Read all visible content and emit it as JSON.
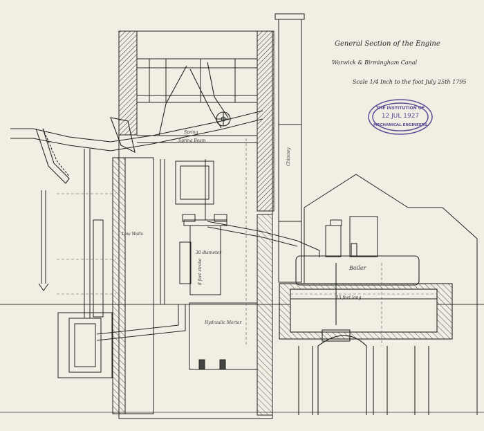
{
  "title_block": {
    "title": "General Section of the Engine",
    "subtitle": "Warwick & Birmingham Canal",
    "scale_line": "Scale 1/4 Inch to the foot  July 25th 1795"
  },
  "stamp": {
    "line1": "THE INSTITUTION OF",
    "date": "12 JUL 1927",
    "line3": "MECHANICAL ENGINEERS"
  },
  "labels": {
    "chimney": "Chimney",
    "boiler": "Boiler",
    "boiler_length": "15 feet long",
    "cylinder": "8 feet stroke",
    "cylinder_diameter": "30 diameter",
    "beam": "Spring Beam",
    "spring": "Spring",
    "hydraulic": "Hydraulic Mortar",
    "low_walls": "Low Walls"
  },
  "colors": {
    "paper": "#f1efe4",
    "ink": "#2a2a2a",
    "stamp": "#5a4c96"
  }
}
